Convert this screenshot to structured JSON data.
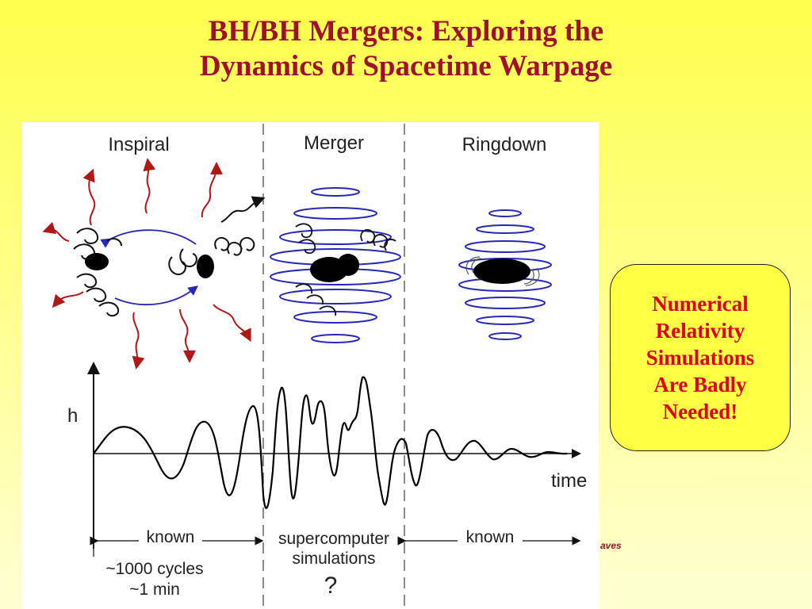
{
  "slide": {
    "title_line1": "BH/BH Mergers: Exploring the",
    "title_line2": "Dynamics of Spacetime Warpage"
  },
  "diagram": {
    "phases": [
      "Inspiral",
      "Merger",
      "Ringdown"
    ],
    "axis_h": "h",
    "axis_time": "time",
    "inspiral_known": "known",
    "merger_line1": "supercomputer",
    "merger_line2": "simulations",
    "merger_question": "?",
    "ringdown_known": "known",
    "cycles": "~1000 cycles",
    "duration": "~1 min"
  },
  "callout": {
    "line1": "Numerical",
    "line2": "Relativity",
    "line3": "Simulations",
    "line4": "Are Badly",
    "line5": "Needed!"
  },
  "credit_fragment": "aves",
  "colors": {
    "title": "#a0102a",
    "callout_text": "#e0001b",
    "callout_bg": "#ffff44",
    "waves_red": "#b01818",
    "orbit_blue": "#2828b8"
  }
}
